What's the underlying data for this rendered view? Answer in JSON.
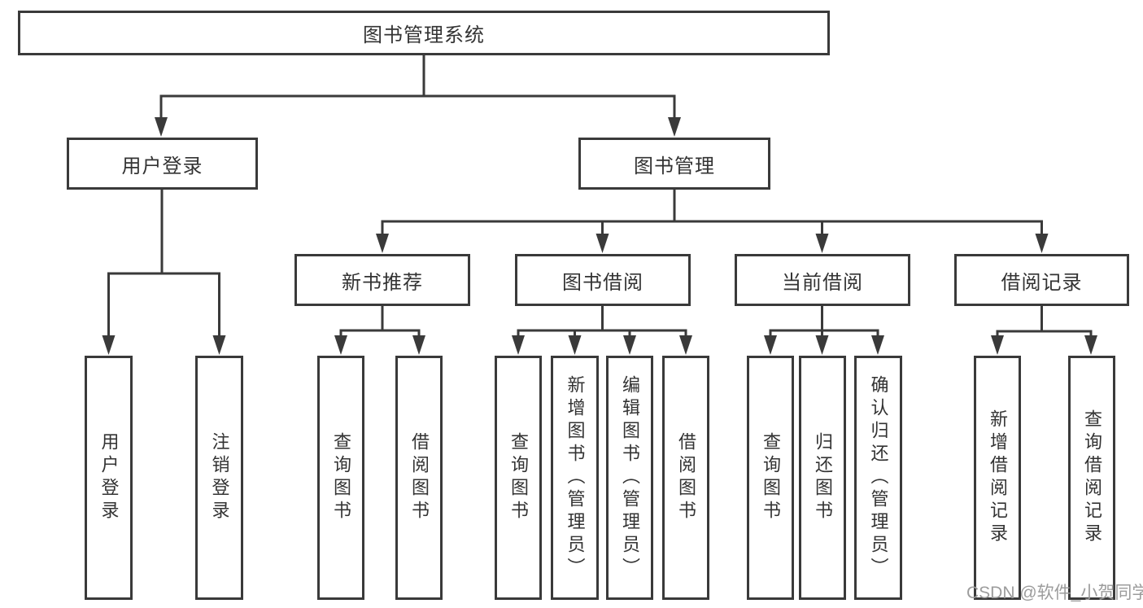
{
  "colors": {
    "background": "#ffffff",
    "line": "#3a3a3a",
    "node_text": "#333333",
    "watermark_text": "#9c9c9c"
  },
  "watermark": {
    "text": "CSDN @软件_小贺同学"
  },
  "tree": {
    "root": {
      "label": "图书管理系统"
    },
    "level2": {
      "user_login": {
        "label": "用户登录"
      },
      "book_management": {
        "label": "图书管理"
      }
    },
    "level3": {
      "new_book_recommend": {
        "label": "新书推荐"
      },
      "book_borrow": {
        "label": "图书借阅"
      },
      "current_borrow": {
        "label": "当前借阅"
      },
      "borrow_records": {
        "label": "借阅记录"
      }
    },
    "leaves": {
      "user_login_login": {
        "label": "用户登录"
      },
      "user_login_logout": {
        "label": "注销登录"
      },
      "nb_query_books": {
        "label": "查询图书"
      },
      "nb_borrow_books": {
        "label": "借阅图书"
      },
      "bb_query_books": {
        "label": "查询图书"
      },
      "bb_add_books": {
        "label": "新增图书（管理员）"
      },
      "bb_edit_books": {
        "label": "编辑图书（管理员）"
      },
      "bb_borrow_books": {
        "label": "借阅图书"
      },
      "cb_query_books": {
        "label": "查询图书"
      },
      "cb_return_books": {
        "label": "归还图书"
      },
      "cb_confirm_return": {
        "label": "确认归还（管理员）"
      },
      "br_add_record": {
        "label": "新增借阅记录"
      },
      "br_query_record": {
        "label": "查询借阅记录"
      }
    }
  }
}
